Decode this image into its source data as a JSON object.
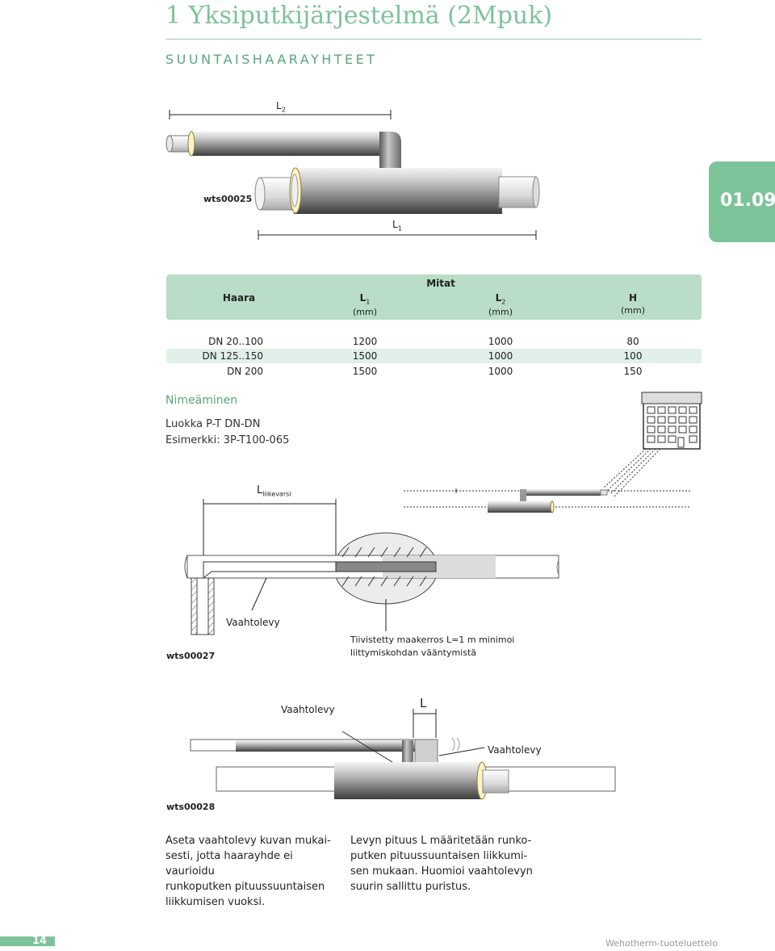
{
  "header": {
    "title": "1 Yksiputkijärjestelmä (2Mpuk)",
    "subtitle": "SUUNTAISHAARAYHTEET",
    "section_tab": "01.09"
  },
  "figure1": {
    "ref": "wts00025",
    "label_l2": "L",
    "label_l2_sub": "2",
    "label_l1": "L",
    "label_l1_sub": "1"
  },
  "table": {
    "group_header": "Mitat",
    "columns": [
      {
        "name": "Haara",
        "unit": ""
      },
      {
        "name": "L",
        "sub": "1",
        "unit": "(mm)"
      },
      {
        "name": "L",
        "sub": "2",
        "unit": "(mm)"
      },
      {
        "name": "H",
        "unit": "(mm)"
      }
    ],
    "rows": [
      [
        "DN 20..100",
        "1200",
        "1000",
        "80"
      ],
      [
        "DN 125..150",
        "1500",
        "1000",
        "100"
      ],
      [
        "DN 200",
        "1500",
        "1000",
        "150"
      ]
    ]
  },
  "naming": {
    "heading": "Nimeäminen",
    "line1": "Luokka P-T DN-DN",
    "line2": "Esimerkki: 3P-T100-065"
  },
  "figure2": {
    "ref": "wts00027",
    "label_l": "L",
    "label_l_sub": "liikevarsi",
    "label_foam": "Vaahtolevy",
    "note_line1": "Tiivistetty maakerros L=1 m minimoi",
    "note_line2": "liittymiskohdan vääntymistä"
  },
  "figure3": {
    "ref": "wts00028",
    "label_foam_left": "Vaahtolevy",
    "label_l": "L",
    "label_foam_right": "Vaahtolevy"
  },
  "text_left": [
    "Aseta vaahtolevy kuvan mukai-",
    "sesti, jotta haarayhde ei vaurioidu",
    "runkoputken pituussuuntaisen",
    "liikkumisen vuoksi."
  ],
  "text_right": [
    "Levyn pituus L määritetään runko-",
    "putken pituussuuntaisen liikkumi-",
    "sen mukaan. Huomioi vaahtolevyn",
    "suurin sallittu puristus."
  ],
  "footer": {
    "page_number": "14",
    "publication": "Wehotherm-tuoteluettelo"
  },
  "colors": {
    "accent_green": "#7cc39a",
    "table_header": "#b9ddc6",
    "table_stripe": "#e0f0e6"
  }
}
